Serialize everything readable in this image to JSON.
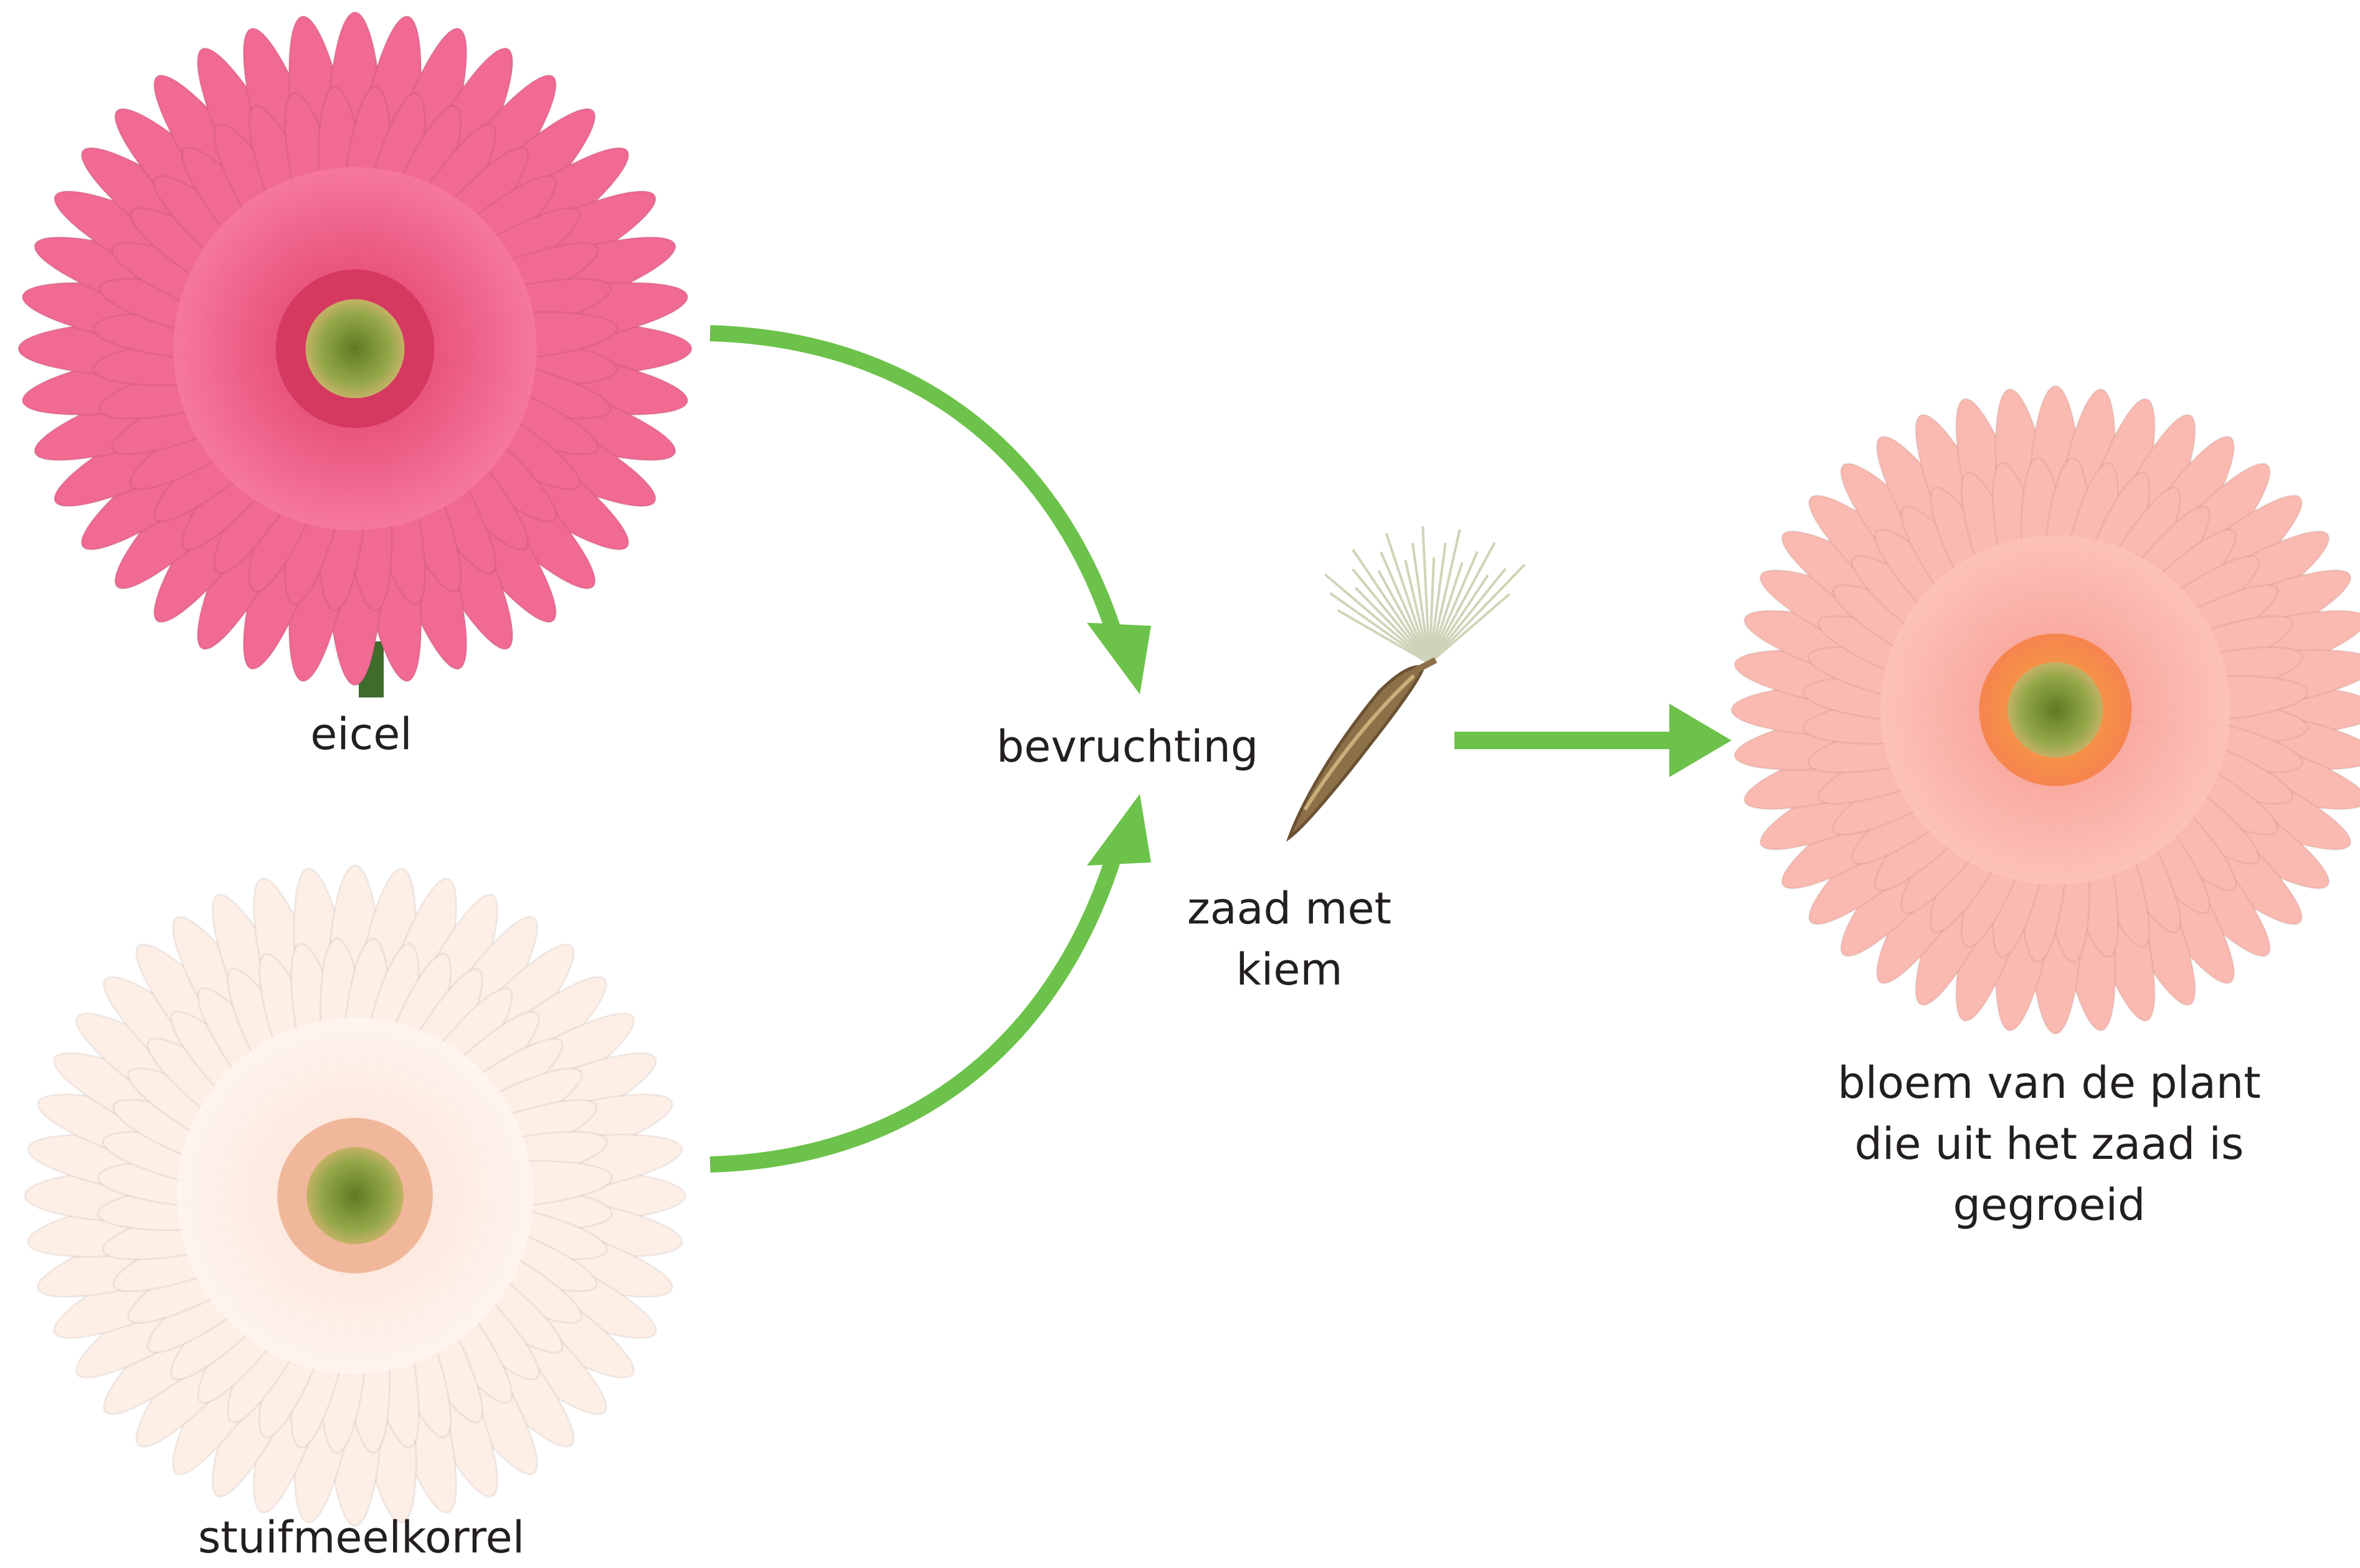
{
  "labels": {
    "egg": "eicel",
    "pollen": "stuifmeelkorrel",
    "fertilization": "bevruchting",
    "seed": "zaad met\nkiem",
    "offspring": "bloem van de plant\ndie uit het zaad is\ngegroeid"
  },
  "colors": {
    "arrow": "#6cc24a",
    "pink_flower": "#ee5a82",
    "cream_flower": "#fbe6dc",
    "peach_flower": "#fab2a8",
    "flower_center": "#8a9a3c",
    "seed_body": "#8c7048"
  },
  "icons": {
    "pink_gerbera": "gerbera-flower-pink",
    "cream_gerbera": "gerbera-flower-cream",
    "peach_gerbera": "gerbera-flower-peach",
    "seed": "seed-with-pappus"
  }
}
